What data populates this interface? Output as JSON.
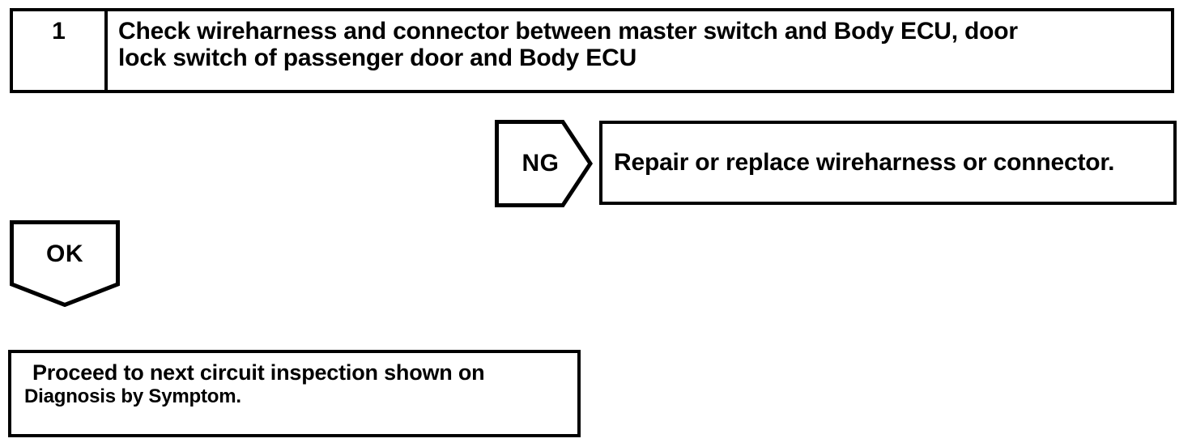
{
  "colors": {
    "line": "#000000",
    "background": "#ffffff"
  },
  "step_box": {
    "number": "1",
    "instruction_lines": [
      "Check wireharness and connector between master switch and Body ECU, door",
      "lock switch of passenger door and Body ECU"
    ]
  },
  "ng_branch": {
    "label": "NG",
    "action": "Repair or replace wireharness or connector."
  },
  "ok_branch": {
    "label": "OK",
    "action_lines": [
      "Proceed to next circuit inspection shown on",
      "Diagnosis by Symptom."
    ]
  }
}
